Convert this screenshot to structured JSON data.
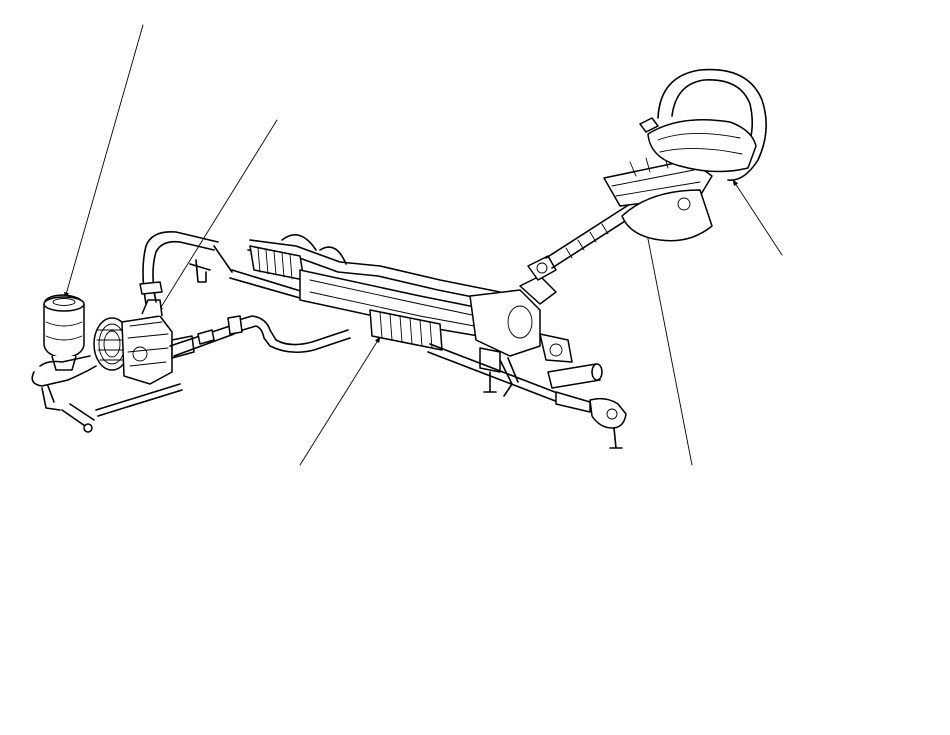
{
  "diagram": {
    "components": [
      {
        "id": "reservoir",
        "icon": "fluid-reservoir-icon"
      },
      {
        "id": "pump",
        "icon": "power-steering-pump-icon"
      },
      {
        "id": "gearbox",
        "icon": "steering-gearbox-icon"
      },
      {
        "id": "column",
        "icon": "steering-column-icon"
      },
      {
        "id": "wheel",
        "icon": "steering-wheel-icon"
      }
    ],
    "labels": []
  }
}
